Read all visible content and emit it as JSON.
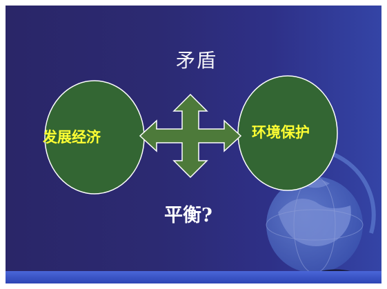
{
  "diagram": {
    "title": "矛盾",
    "left_node": "发展经济",
    "right_node": "环境保护",
    "center_symbol": "four-way-arrow",
    "question": "平衡?"
  },
  "colors": {
    "background": "#2c2a72",
    "ellipse_fill": "#336633",
    "ellipse_text": "#ffff33",
    "arrow_fill": "#4d7a3a",
    "title_text": "#f4f4f8",
    "bottom_bar": "#3355cc"
  }
}
